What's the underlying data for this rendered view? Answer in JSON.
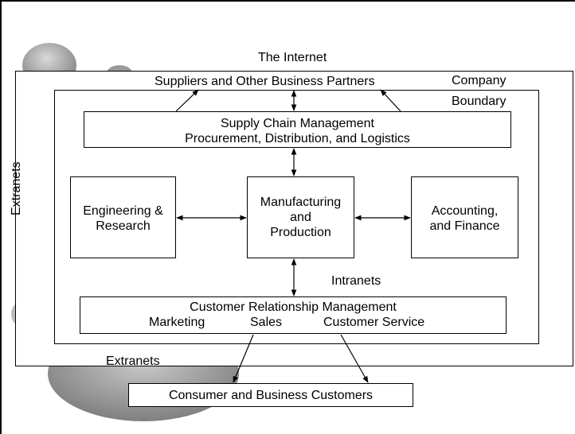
{
  "diagram": {
    "internet_label": "The Internet",
    "suppliers_label": "Suppliers and Other Business Partners",
    "company_label": "Company",
    "boundary_label": "Boundary",
    "extranets_side_label": "Extranets",
    "extranets_bottom_label": "Extranets",
    "intranets_label": "Intranets",
    "supply_chain": {
      "line1": "Supply Chain Management",
      "line2": "Procurement, Distribution, and Logistics"
    },
    "engineering": {
      "line1": "Engineering &",
      "line2": "Research"
    },
    "manufacturing": {
      "line1": "Manufacturing",
      "line2": "and",
      "line3": "Production"
    },
    "accounting": {
      "line1": "Accounting,",
      "line2": "and Finance"
    },
    "crm": {
      "title": "Customer Relationship Management",
      "marketing": "Marketing",
      "sales": "Sales",
      "service": "Customer Service"
    },
    "customers_label": "Consumer and Business Customers"
  }
}
